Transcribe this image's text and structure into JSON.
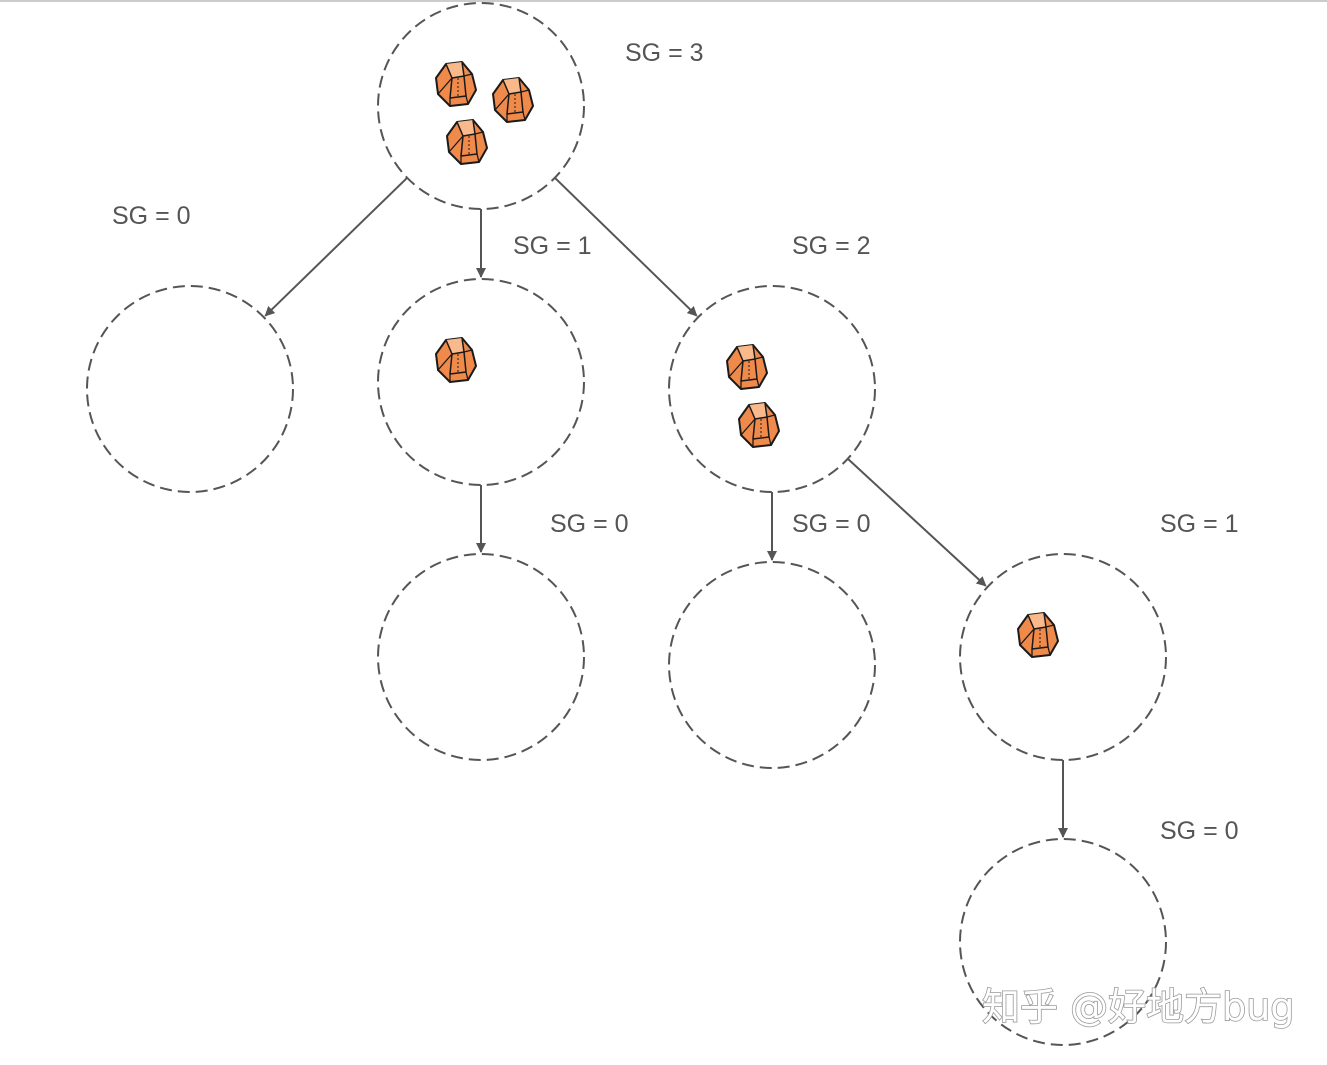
{
  "diagram": {
    "nodes": [
      {
        "id": "n0",
        "label": "SG = 3",
        "stones": 3
      },
      {
        "id": "n1",
        "label": "SG = 0",
        "stones": 0
      },
      {
        "id": "n2",
        "label": "SG = 1",
        "stones": 1
      },
      {
        "id": "n3",
        "label": "SG = 2",
        "stones": 2
      },
      {
        "id": "n4",
        "label": "SG = 0",
        "stones": 0
      },
      {
        "id": "n5",
        "label": "SG = 0",
        "stones": 0
      },
      {
        "id": "n6",
        "label": "SG = 1",
        "stones": 1
      },
      {
        "id": "n7",
        "label": "SG = 0",
        "stones": 0
      }
    ],
    "edges": [
      {
        "from": "n0",
        "to": "n1"
      },
      {
        "from": "n0",
        "to": "n2"
      },
      {
        "from": "n0",
        "to": "n3"
      },
      {
        "from": "n2",
        "to": "n4"
      },
      {
        "from": "n3",
        "to": "n5"
      },
      {
        "from": "n3",
        "to": "n6"
      },
      {
        "from": "n6",
        "to": "n7"
      }
    ],
    "stone_icon": "stone-icon",
    "colors": {
      "stroke": "#555555",
      "stone_fill": "#f08a4b",
      "stone_light": "#f9b98a",
      "stone_outline": "#1a1a1a"
    }
  },
  "watermark": "知乎 @好地方bug"
}
